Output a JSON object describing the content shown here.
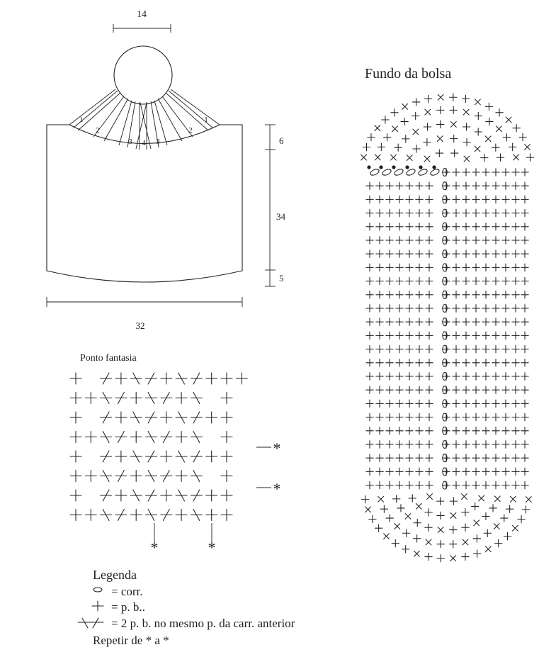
{
  "bag_diagram": {
    "dim_top": "14",
    "dim_bottom": "32",
    "dim_right_top": "6",
    "dim_right_mid": "34",
    "dim_right_bottom": "5",
    "strap_numbers": [
      "1",
      "2",
      "3",
      "4",
      "3",
      "2",
      "1"
    ]
  },
  "base_chart": {
    "title": "Fundo da bolsa"
  },
  "stitch_chart": {
    "title": "Ponto fantasia",
    "repeat_marker": "*"
  },
  "legend": {
    "title": "Legenda",
    "items": [
      {
        "symbol": "chain-icon",
        "text": "= corr."
      },
      {
        "symbol": "single-crochet-icon",
        "text": "= p. b.."
      },
      {
        "symbol": "two-sc-same-stitch-icon",
        "text": "= 2 p. b. no mesmo p. da carr. anterior"
      }
    ],
    "repeat_note": "Repetir de * a *"
  }
}
